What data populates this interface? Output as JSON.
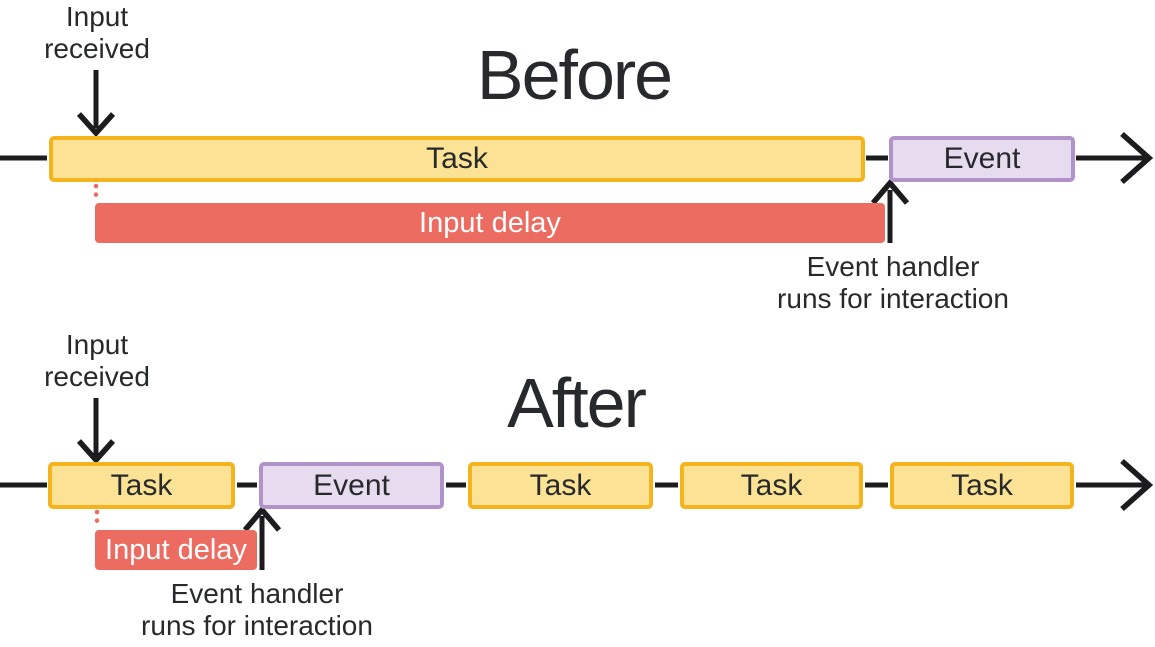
{
  "colors": {
    "task-fill": "#FBE294",
    "task-border": "#F5B31E",
    "event-fill": "#E7DCEF",
    "event-border": "#B293C9",
    "delay-fill": "#ED6C62",
    "ink": "#1C1C1E",
    "text": "#28292C"
  },
  "before": {
    "title": "Before",
    "input_received_lines": [
      "Input",
      "received"
    ],
    "task_label": "Task",
    "event_label": "Event",
    "input_delay_label": "Input delay",
    "event_handler_lines": [
      "Event handler",
      "runs for interaction"
    ]
  },
  "after": {
    "title": "After",
    "input_received_lines": [
      "Input",
      "received"
    ],
    "bars": [
      {
        "type": "task",
        "label": "Task"
      },
      {
        "type": "event",
        "label": "Event"
      },
      {
        "type": "task",
        "label": "Task"
      },
      {
        "type": "task",
        "label": "Task"
      },
      {
        "type": "task",
        "label": "Task"
      }
    ],
    "input_delay_label": "Input delay",
    "event_handler_lines": [
      "Event handler",
      "runs for interaction"
    ]
  }
}
